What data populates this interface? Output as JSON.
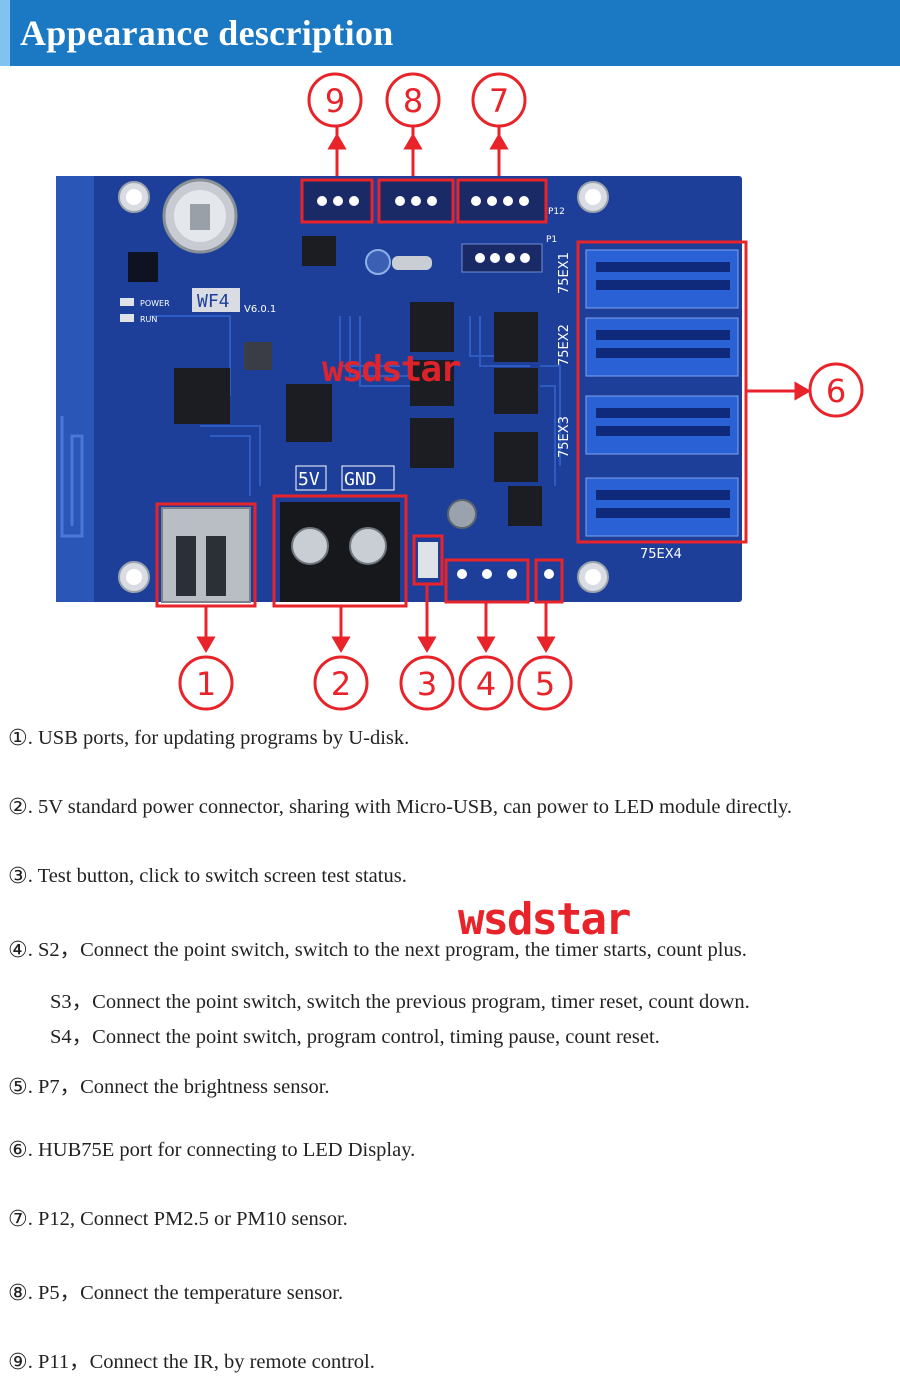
{
  "header": {
    "title": "Appearance description"
  },
  "board": {
    "labels": {
      "model": "WF4",
      "version": "V6.0.1",
      "v5": "5V",
      "gnd": "GND",
      "ex1": "75EX1",
      "ex2": "75EX2",
      "ex3": "75EX3",
      "ex4": "75EX4",
      "power": "POWER",
      "run": "RUN",
      "p12": "P12",
      "p1": "P1"
    },
    "callouts": [
      "1",
      "2",
      "3",
      "4",
      "5",
      "6",
      "7",
      "8",
      "9"
    ],
    "watermark": "wsdstar"
  },
  "descriptions": [
    {
      "num": "①",
      "text": ". USB ports, for updating programs by U-disk."
    },
    {
      "num": "②",
      "text": ". 5V standard power connector, sharing with Micro-USB, can power to LED module directly."
    },
    {
      "num": "③",
      "text": ". Test button, click to switch screen test status."
    },
    {
      "num": "④",
      "text": ". S2，Connect the point switch, switch to the next program, the timer starts, count plus."
    },
    {
      "num": "",
      "text": "S3，Connect the point switch, switch the previous program, timer reset, count down."
    },
    {
      "num": "",
      "text": "S4，Connect the point switch, program control, timing pause, count reset."
    },
    {
      "num": "⑤",
      "text": ". P7，Connect the brightness sensor."
    },
    {
      "num": "⑥",
      "text": ". HUB75E port for connecting to LED Display."
    },
    {
      "num": "⑦",
      "text": ". P12, Connect PM2.5 or PM10 sensor."
    },
    {
      "num": "⑧",
      "text": ". P5，Connect the temperature sensor."
    },
    {
      "num": "⑨",
      "text": ". P11，Connect the IR, by remote control."
    }
  ],
  "watermark": "wsdstar",
  "colors": {
    "header": "#1b78c2",
    "board": "#1d3f9a",
    "callout": "#e8232a"
  }
}
